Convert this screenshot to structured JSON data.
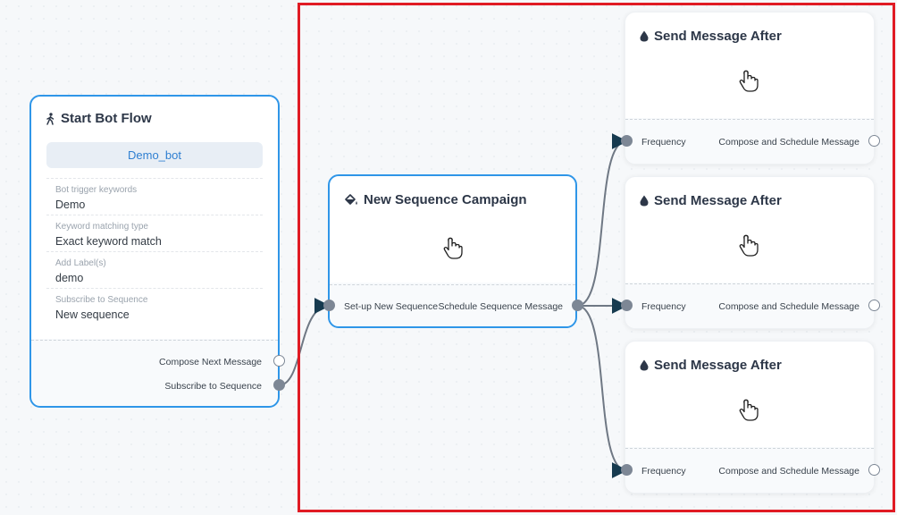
{
  "start_node": {
    "title": "Start Bot Flow",
    "bot_name": "Demo_bot",
    "fields": [
      {
        "label": "Bot trigger keywords",
        "value": "Demo"
      },
      {
        "label": "Keyword matching type",
        "value": "Exact keyword match"
      },
      {
        "label": "Add Label(s)",
        "value": "demo"
      },
      {
        "label": "Subscribe to Sequence",
        "value": "New sequence"
      }
    ],
    "ports": {
      "compose_next": "Compose Next Message",
      "subscribe": "Subscribe to Sequence"
    },
    "icon": "person-walking-icon"
  },
  "sequence_node": {
    "title": "New Sequence Campaign",
    "icon": "paint-bucket-icon",
    "ports": {
      "input": "Set-up New Sequence",
      "output": "Schedule Sequence Message"
    }
  },
  "message_nodes": [
    {
      "title": "Send Message After",
      "input": "Frequency",
      "output": "Compose and Schedule Message"
    },
    {
      "title": "Send Message After",
      "input": "Frequency",
      "output": "Compose and Schedule Message"
    },
    {
      "title": "Send Message After",
      "input": "Frequency",
      "output": "Compose and Schedule Message"
    }
  ],
  "colors": {
    "selected_border": "#2f96e8",
    "highlight_frame": "#e01b24",
    "edge": "#6f7884",
    "arrow": "#163a4f"
  }
}
